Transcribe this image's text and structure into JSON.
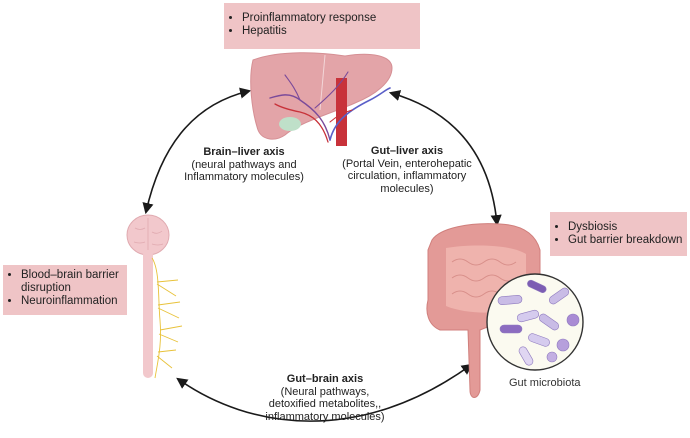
{
  "diagram": {
    "liver": {
      "name": "Liver",
      "effects": [
        "Proinflammatory response",
        "Hepatitis"
      ]
    },
    "brain": {
      "name": "Brain and spinal cord",
      "effects": [
        "Blood–brain barrier disruption",
        "Neuroinflammation"
      ]
    },
    "gut": {
      "name": "Intestine",
      "effects": [
        "Dysbiosis",
        "Gut barrier breakdown"
      ],
      "microbiota_caption": "Gut microbiota"
    },
    "axes": [
      {
        "id": "brain-liver",
        "title": "Brain–liver axis",
        "lines": [
          "(neural pathways and",
          "Inflammatory molecules)"
        ]
      },
      {
        "id": "gut-liver",
        "title": "Gut–liver axis",
        "lines": [
          "(Portal Vein, enterohepatic",
          "circulation, inflammatory",
          "molecules)"
        ]
      },
      {
        "id": "gut-brain",
        "title": "Gut–brain axis",
        "lines": [
          "(Neural pathways,",
          "detoxified metabolites,,",
          "inflammatory molecules)"
        ]
      }
    ],
    "colors": {
      "box_fill": "#efc4c6",
      "organ_pink": "#e3a4a8",
      "artery": "#c8323a",
      "vein": "#5a5fc8",
      "nerve": "#e8c23a",
      "bacteria": "#b9a6dc",
      "arrow": "#1a1a1a"
    }
  }
}
